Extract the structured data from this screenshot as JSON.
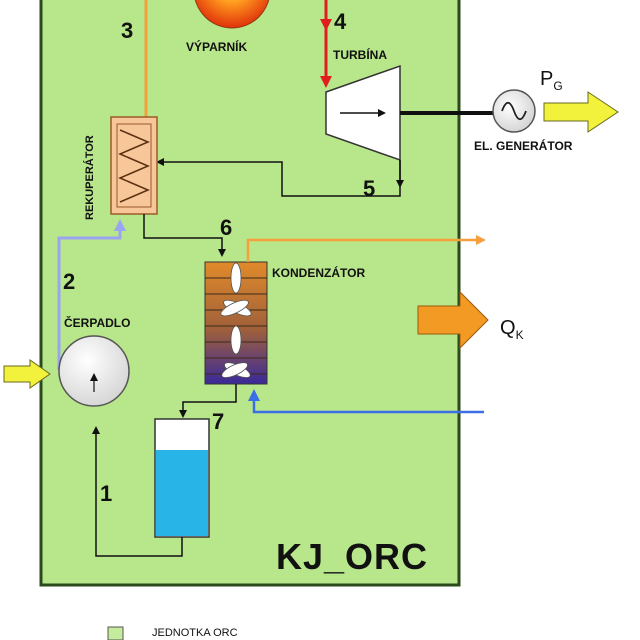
{
  "unit_name": "KJ_ORC",
  "components": {
    "evaporator": "VÝPARNÍK",
    "turbine": "TURBÍNA",
    "generator": "EL. GENERÁTOR",
    "recuperator": "REKUPERÁTOR",
    "condenser": "KONDENZÁTOR",
    "pump": "ČERPADLO"
  },
  "state_points": [
    "1",
    "2",
    "3",
    "4",
    "5",
    "6",
    "7"
  ],
  "flows": {
    "power_symbol": "P",
    "power_sub": "G",
    "heat_symbol": "Q",
    "heat_sub": "K"
  },
  "legend": {
    "label": "JEDNOTKA ORC",
    "color": "#c5ec9c"
  },
  "colors": {
    "unit_fill": "#b8e68a",
    "unit_border": "#2a4a1a",
    "hot_line": "#f5a03c",
    "red_line": "#e01e1e",
    "blue_line": "#9aa4f0",
    "cold_line": "#3c6ee6",
    "signal_arrow": "#f2f23c",
    "heat_arrow": "#f39a24",
    "tank_liquid": "#28b4e6"
  }
}
